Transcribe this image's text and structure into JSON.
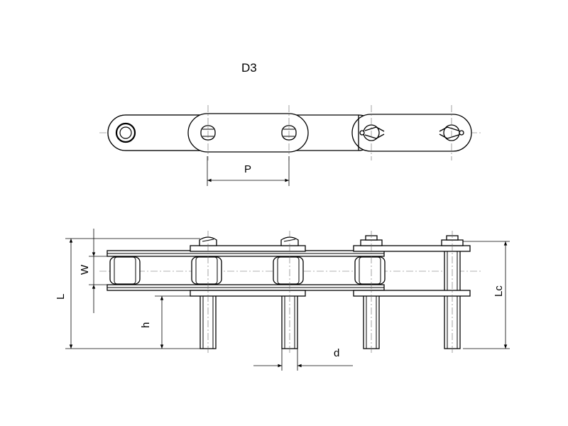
{
  "title": "D3",
  "labels": {
    "pitch": "P",
    "overall_length": "L",
    "inner_width": "W",
    "height": "h",
    "cut_length": "Lc",
    "diameter": "d"
  }
}
